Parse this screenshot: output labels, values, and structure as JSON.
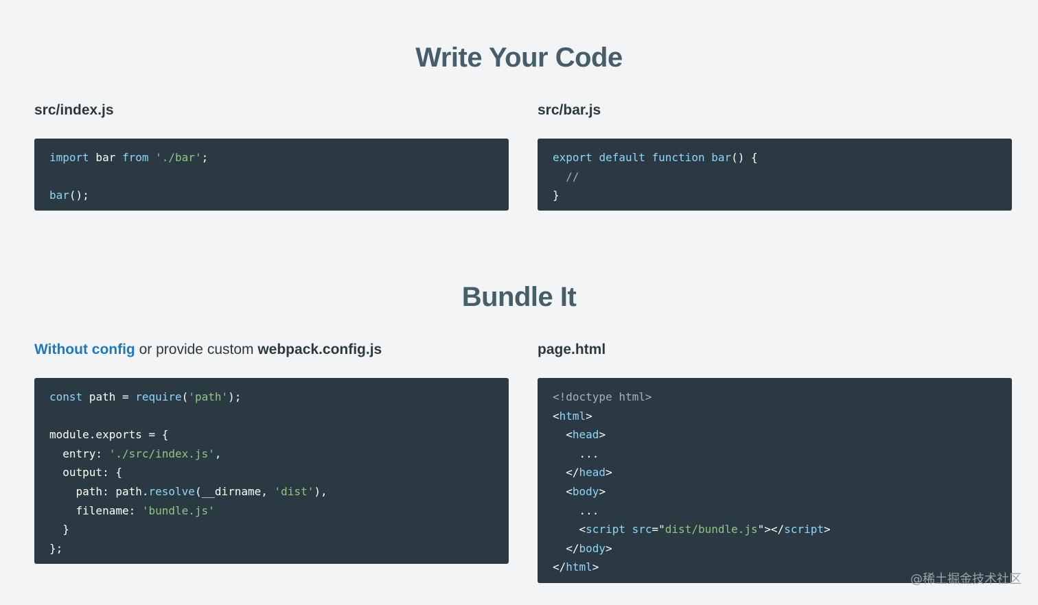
{
  "sections": {
    "write": {
      "title": "Write Your Code"
    },
    "bundle": {
      "title": "Bundle It"
    }
  },
  "files": {
    "index": {
      "label": "src/index.js"
    },
    "bar": {
      "label": "src/bar.js"
    },
    "config": {
      "link_text": "Without config",
      "middle_text": " or provide custom ",
      "filename": "webpack.config.js"
    },
    "page": {
      "label": "page.html"
    }
  },
  "code_blocks": {
    "index": [
      [
        {
          "t": "import",
          "c": "kw"
        },
        {
          "t": " bar "
        },
        {
          "t": "from",
          "c": "kw"
        },
        {
          "t": " "
        },
        {
          "t": "'./bar'",
          "c": "str"
        },
        {
          "t": ";"
        }
      ],
      [],
      [
        {
          "t": "bar",
          "c": "kw"
        },
        {
          "t": "();"
        }
      ]
    ],
    "bar": [
      [
        {
          "t": "export",
          "c": "kw"
        },
        {
          "t": " "
        },
        {
          "t": "default",
          "c": "kw"
        },
        {
          "t": " "
        },
        {
          "t": "function",
          "c": "kw"
        },
        {
          "t": " "
        },
        {
          "t": "bar",
          "c": "kw"
        },
        {
          "t": "() {"
        }
      ],
      [
        {
          "t": "  "
        },
        {
          "t": "//",
          "c": "cm"
        }
      ],
      [
        {
          "t": "}"
        }
      ]
    ],
    "config": [
      [
        {
          "t": "const",
          "c": "kw"
        },
        {
          "t": " path = "
        },
        {
          "t": "require",
          "c": "kw"
        },
        {
          "t": "("
        },
        {
          "t": "'path'",
          "c": "str"
        },
        {
          "t": ");"
        }
      ],
      [],
      [
        {
          "t": "module.exports = {"
        }
      ],
      [
        {
          "t": "  entry: "
        },
        {
          "t": "'./src/index.js'",
          "c": "str"
        },
        {
          "t": ","
        }
      ],
      [
        {
          "t": "  output: {"
        }
      ],
      [
        {
          "t": "    path: path."
        },
        {
          "t": "resolve",
          "c": "kw"
        },
        {
          "t": "(__dirname, "
        },
        {
          "t": "'dist'",
          "c": "str"
        },
        {
          "t": "),"
        }
      ],
      [
        {
          "t": "    filename: "
        },
        {
          "t": "'bundle.js'",
          "c": "str"
        }
      ],
      [
        {
          "t": "  }"
        }
      ],
      [
        {
          "t": "};"
        }
      ]
    ],
    "page": [
      [
        {
          "t": "<!doctype html>",
          "c": "cm"
        }
      ],
      [
        {
          "t": "<"
        },
        {
          "t": "html",
          "c": "kw"
        },
        {
          "t": ">"
        }
      ],
      [
        {
          "t": "  <"
        },
        {
          "t": "head",
          "c": "kw"
        },
        {
          "t": ">"
        }
      ],
      [
        {
          "t": "    ..."
        }
      ],
      [
        {
          "t": "  </"
        },
        {
          "t": "head",
          "c": "kw"
        },
        {
          "t": ">"
        }
      ],
      [
        {
          "t": "  <"
        },
        {
          "t": "body",
          "c": "kw"
        },
        {
          "t": ">"
        }
      ],
      [
        {
          "t": "    ..."
        }
      ],
      [
        {
          "t": "    <"
        },
        {
          "t": "script",
          "c": "kw"
        },
        {
          "t": " "
        },
        {
          "t": "src",
          "c": "kw"
        },
        {
          "t": "=\""
        },
        {
          "t": "dist/bundle.js",
          "c": "str"
        },
        {
          "t": "\"></"
        },
        {
          "t": "script",
          "c": "kw"
        },
        {
          "t": ">"
        }
      ],
      [
        {
          "t": "  </"
        },
        {
          "t": "body",
          "c": "kw"
        },
        {
          "t": ">"
        }
      ],
      [
        {
          "t": "</"
        },
        {
          "t": "html",
          "c": "kw"
        },
        {
          "t": ">"
        }
      ]
    ]
  },
  "colors": {
    "background": "#f3f4f5",
    "code_bg": "#2b3a42",
    "keyword": "#8dd6f9",
    "string": "#8ec782",
    "comment": "#a3b3bb",
    "link": "#1d78c1",
    "title": "#465e69"
  },
  "watermark": "@稀土掘金技术社区"
}
